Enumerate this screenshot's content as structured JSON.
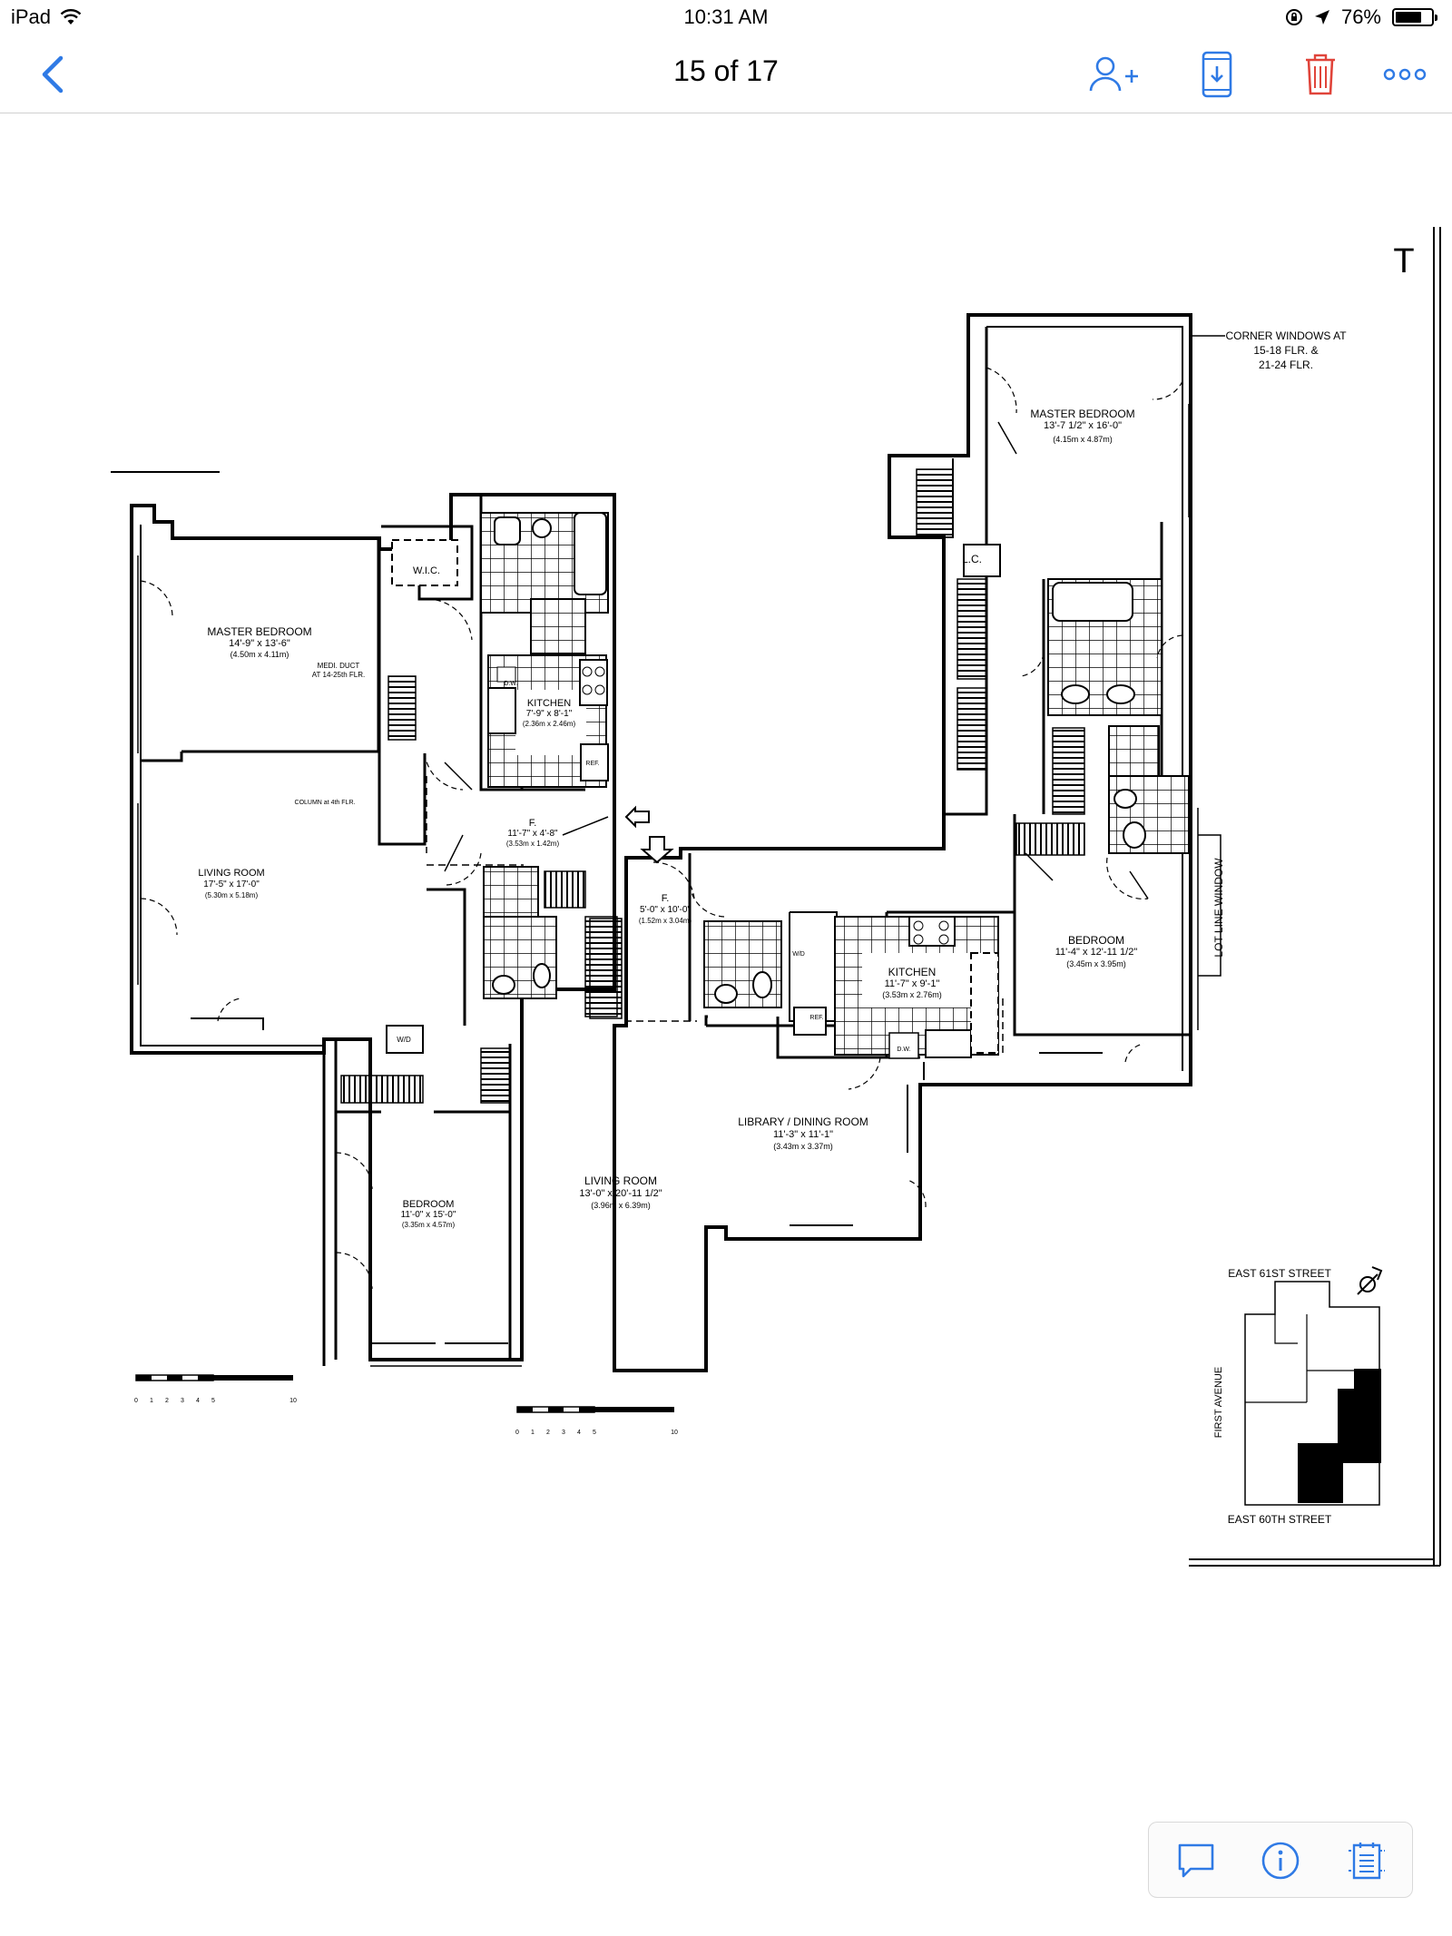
{
  "status_bar": {
    "device": "iPad",
    "time": "10:31 AM",
    "battery": "76%",
    "battery_level": 0.76
  },
  "nav": {
    "page_indicator": "15 of 17"
  },
  "floorplan": {
    "north_mark": "T",
    "corner_windows": [
      "CORNER WINDOWS AT",
      "15-18 FLR. &",
      "21-24 FLR."
    ],
    "lot_line_window": "LOT LINE WINDOW",
    "rooms": {
      "master_bedroom_left": {
        "name": "MASTER BEDROOM",
        "dims": "14'-9\" x 13'-6\"",
        "metric": "(4.50m x 4.11m)"
      },
      "wic": {
        "name": "W.I.C."
      },
      "medi_duct": {
        "line1": "MEDI. DUCT",
        "line2": "AT 14-25th FLR."
      },
      "kitchen_left": {
        "name": "KITCHEN",
        "dims": "7'-9\" x 8'-1\"",
        "metric": "(2.36m x 2.46m)"
      },
      "dw_left": {
        "name": "D.W."
      },
      "ref_left": {
        "name": "REF."
      },
      "column": {
        "name": "COLUMN at 4th FLR."
      },
      "foyer_left": {
        "name": "F.",
        "dims": "11'-7\" x 4'-8\"",
        "metric": "(3.53m x 1.42m)"
      },
      "living_room_left": {
        "name": "LIVING ROOM",
        "dims": "17'-5\" x 17'-0\"",
        "metric": "(5.30m x 5.18m)"
      },
      "wd_left": {
        "name": "W/D"
      },
      "bedroom_left": {
        "name": "BEDROOM",
        "dims": "11'-0\" x 15'-0\"",
        "metric": "(3.35m x 4.57m)"
      },
      "foyer_right": {
        "name": "F.",
        "dims": "5'-0\" x 10'-0\"",
        "metric": "(1.52m x 3.04m)"
      },
      "wd_right": {
        "name": "W/D"
      },
      "ref_right": {
        "name": "REF."
      },
      "kitchen_right": {
        "name": "KITCHEN",
        "dims": "11'-7\" x 9'-1\"",
        "metric": "(3.53m x 2.76m)"
      },
      "dw_right": {
        "name": "D.W."
      },
      "library_dining": {
        "name": "LIBRARY / DINING ROOM",
        "dims": "11'-3\" x 11'-1\"",
        "metric": "(3.43m x 3.37m)"
      },
      "living_room_right": {
        "name": "LIVING ROOM",
        "dims": "13'-0\" x 20'-11 1/2\"",
        "metric": "(3.96m x 6.39m)"
      },
      "master_bedroom_right": {
        "name": "MASTER BEDROOM",
        "dims": "13'-7 1/2\" x 16'-0\"",
        "metric": "(4.15m x 4.87m)"
      },
      "lc": {
        "name": "L.C."
      },
      "bedroom_right": {
        "name": "BEDROOM",
        "dims": "11'-4\" x 12'-11 1/2\"",
        "metric": "(3.45m x 3.95m)"
      }
    },
    "scale_labels": [
      "0",
      "1",
      "2",
      "3",
      "4",
      "5",
      "10"
    ],
    "keyplan": {
      "north_street": "EAST 61ST STREET",
      "south_street": "EAST 60TH STREET",
      "avenue": "FIRST AVENUE"
    }
  },
  "icons": {
    "back": "chevron-left-icon",
    "add_person": "person-add-icon",
    "save": "download-to-device-icon",
    "delete": "trash-icon",
    "more": "more-icon",
    "comment": "comment-icon",
    "info": "info-icon",
    "notes": "notes-icon"
  },
  "colors": {
    "accent": "#2f7ae5",
    "delete": "#e0443a"
  }
}
